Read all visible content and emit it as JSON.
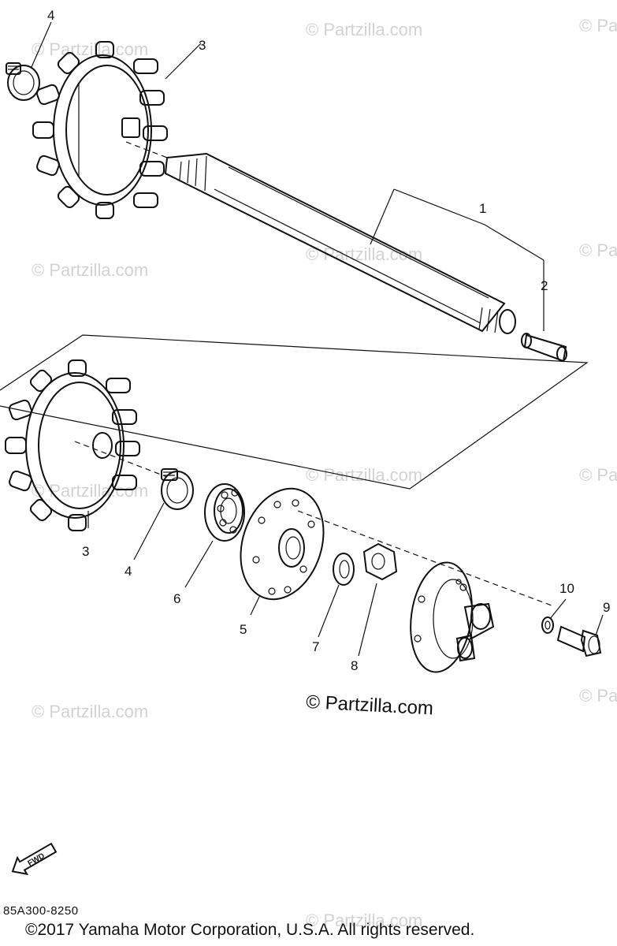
{
  "watermark": "© Partzilla.com",
  "center_watermark": "© Partzilla.com",
  "callouts": {
    "c1": "1",
    "c2": "2",
    "c3a": "3",
    "c3b": "3",
    "c4a": "4",
    "c4b": "4",
    "c5": "5",
    "c6": "6",
    "c7": "7",
    "c8": "8",
    "c9": "9",
    "c10": "10"
  },
  "fwd_label": "FWD",
  "diagram_code": "85A300-8250",
  "copyright": "©2017 Yamaha Motor Corporation, U.S.A. All rights reserved."
}
